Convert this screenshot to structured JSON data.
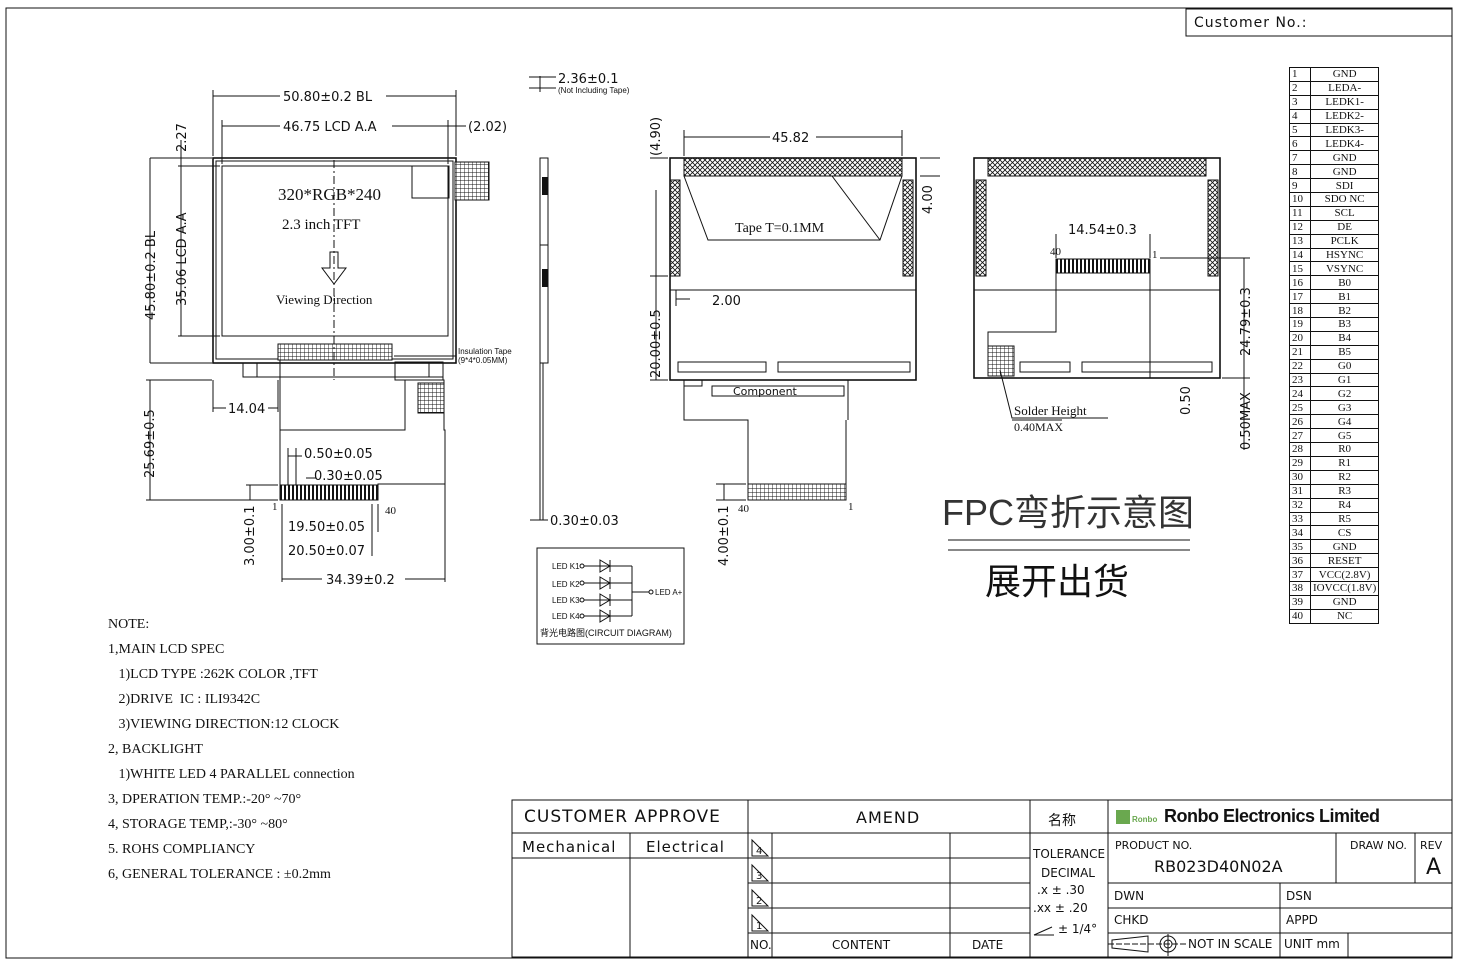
{
  "header": {
    "customer_no": "Customer No.:"
  },
  "front_view": {
    "dim_width_outline": "50.80±0.2 BL",
    "dim_width_active": "46.75 LCD A.A",
    "dim_offset_right": "(2.02)",
    "dim_top_offset": "2.27",
    "dim_height_outline": "45.80±0.2 BL",
    "dim_height_active": "35.06 LCD A.A",
    "resolution": "320*RGB*240",
    "size": "2.3 inch  TFT",
    "viewing": "Viewing Direction",
    "insulation": "Insulation Tape",
    "insulation_sub": "(9*4*0.05MM)",
    "dim_fpc_offset": "14.04",
    "dim_fpc_length": "25.69±0.5",
    "dim_pitch": "0.50±0.05",
    "dim_finger": "0.30±0.05",
    "pin_first": "1",
    "pin_last": "40",
    "dim_3": "3.00±0.1",
    "dim_19": "19.50±0.05",
    "dim_20": "20.50±0.07",
    "dim_34": "34.39±0.2"
  },
  "side_view": {
    "dim_thickness": "2.36±0.1",
    "note": "(Not Including Tape)",
    "dim_fpc": "0.30±0.03"
  },
  "back_view": {
    "dim_top": "(4.90)",
    "dim_width": "45.82",
    "dim_4": "4.00",
    "tape": "Tape T=0.1MM",
    "dim_2": "2.00",
    "dim_20": "20.00±0.5",
    "component": "Component",
    "dim_fpc": "4.00±0.1",
    "pin_first": "40",
    "pin_last": "1"
  },
  "fpc_view": {
    "dim_connector": "14.54±0.3",
    "pin_left": "40",
    "pin_right": "1",
    "dim_height": "24.79±0.3",
    "dim_050": "0.50",
    "dim_max": "0.50MAX",
    "solder": "Solder Height",
    "solder_max": "0.40MAX"
  },
  "fpc_bend": {
    "title": "FPC弯折示意图",
    "subtitle": "展开出货"
  },
  "circuit": {
    "k1": "LED K1",
    "k2": "LED K2",
    "k3": "LED K3",
    "k4": "LED K4",
    "anode": "LED A+",
    "caption": "背光电路图(CIRCUIT DIAGRAM)"
  },
  "notes": [
    "NOTE:",
    "1,MAIN LCD SPEC",
    "   1)LCD TYPE :262K COLOR ,TFT",
    "   2)DRIVE  IC : ILI9342C",
    "   3)VIEWING DIRECTION:12 CLOCK",
    "2, BACKLIGHT",
    "   1)WHITE LED 4 PARALLEL connection",
    "3, DPERATION TEMP.:-20° ~70°",
    "4, STORAGE TEMP,:-30° ~80°",
    "5. ROHS COMPLIANCY",
    "6, GENERAL TOLERANCE : ±0.2mm"
  ],
  "pins": [
    [
      "1",
      "GND"
    ],
    [
      "2",
      "LEDA-"
    ],
    [
      "3",
      "LEDK1-"
    ],
    [
      "4",
      "LEDK2-"
    ],
    [
      "5",
      "LEDK3-"
    ],
    [
      "6",
      "LEDK4-"
    ],
    [
      "7",
      "GND"
    ],
    [
      "8",
      "GND"
    ],
    [
      "9",
      "SDI"
    ],
    [
      "10",
      "SDO NC"
    ],
    [
      "11",
      "SCL"
    ],
    [
      "12",
      "DE"
    ],
    [
      "13",
      "PCLK"
    ],
    [
      "14",
      "HSYNC"
    ],
    [
      "15",
      "VSYNC"
    ],
    [
      "16",
      "B0"
    ],
    [
      "17",
      "B1"
    ],
    [
      "18",
      "B2"
    ],
    [
      "19",
      "B3"
    ],
    [
      "20",
      "B4"
    ],
    [
      "21",
      "B5"
    ],
    [
      "22",
      "G0"
    ],
    [
      "23",
      "G1"
    ],
    [
      "24",
      "G2"
    ],
    [
      "25",
      "G3"
    ],
    [
      "26",
      "G4"
    ],
    [
      "27",
      "G5"
    ],
    [
      "28",
      "R0"
    ],
    [
      "29",
      "R1"
    ],
    [
      "30",
      "R2"
    ],
    [
      "31",
      "R3"
    ],
    [
      "32",
      "R4"
    ],
    [
      "33",
      "R5"
    ],
    [
      "34",
      "CS"
    ],
    [
      "35",
      "GND"
    ],
    [
      "36",
      "RESET"
    ],
    [
      "37",
      "VCC(2.8V)"
    ],
    [
      "38",
      "IOVCC(1.8V)"
    ],
    [
      "39",
      "GND"
    ],
    [
      "40",
      "NC"
    ]
  ],
  "title_block": {
    "customer_approve": "CUSTOMER APPROVE",
    "mechanical": "Mechanical",
    "electrical": "Electrical",
    "amend": "AMEND",
    "name_cn": "名称",
    "company": "Ronbo Electronics Limited",
    "logo": "Ronbo",
    "product_label": "PRODUCT NO.",
    "product_no": "RB023D40N02A",
    "draw_no": "DRAW NO.",
    "rev": "REV",
    "rev_value": "A",
    "tolerance": "TOLERANCE",
    "decimal": "DECIMAL",
    "tol_x": ".x  ±  .30",
    "tol_xx": ".xx  ±  .20",
    "tol_angle": "± 1/4°",
    "dwn": "DWN",
    "dsn": "DSN",
    "chkd": "CHKD",
    "appd": "APPD",
    "not_in_scale": "NOT IN SCALE",
    "unit": "UNIT mm",
    "no": "NO.",
    "content": "CONTENT",
    "date": "DATE",
    "rev_marks": [
      "4",
      "3",
      "2",
      "1"
    ]
  }
}
